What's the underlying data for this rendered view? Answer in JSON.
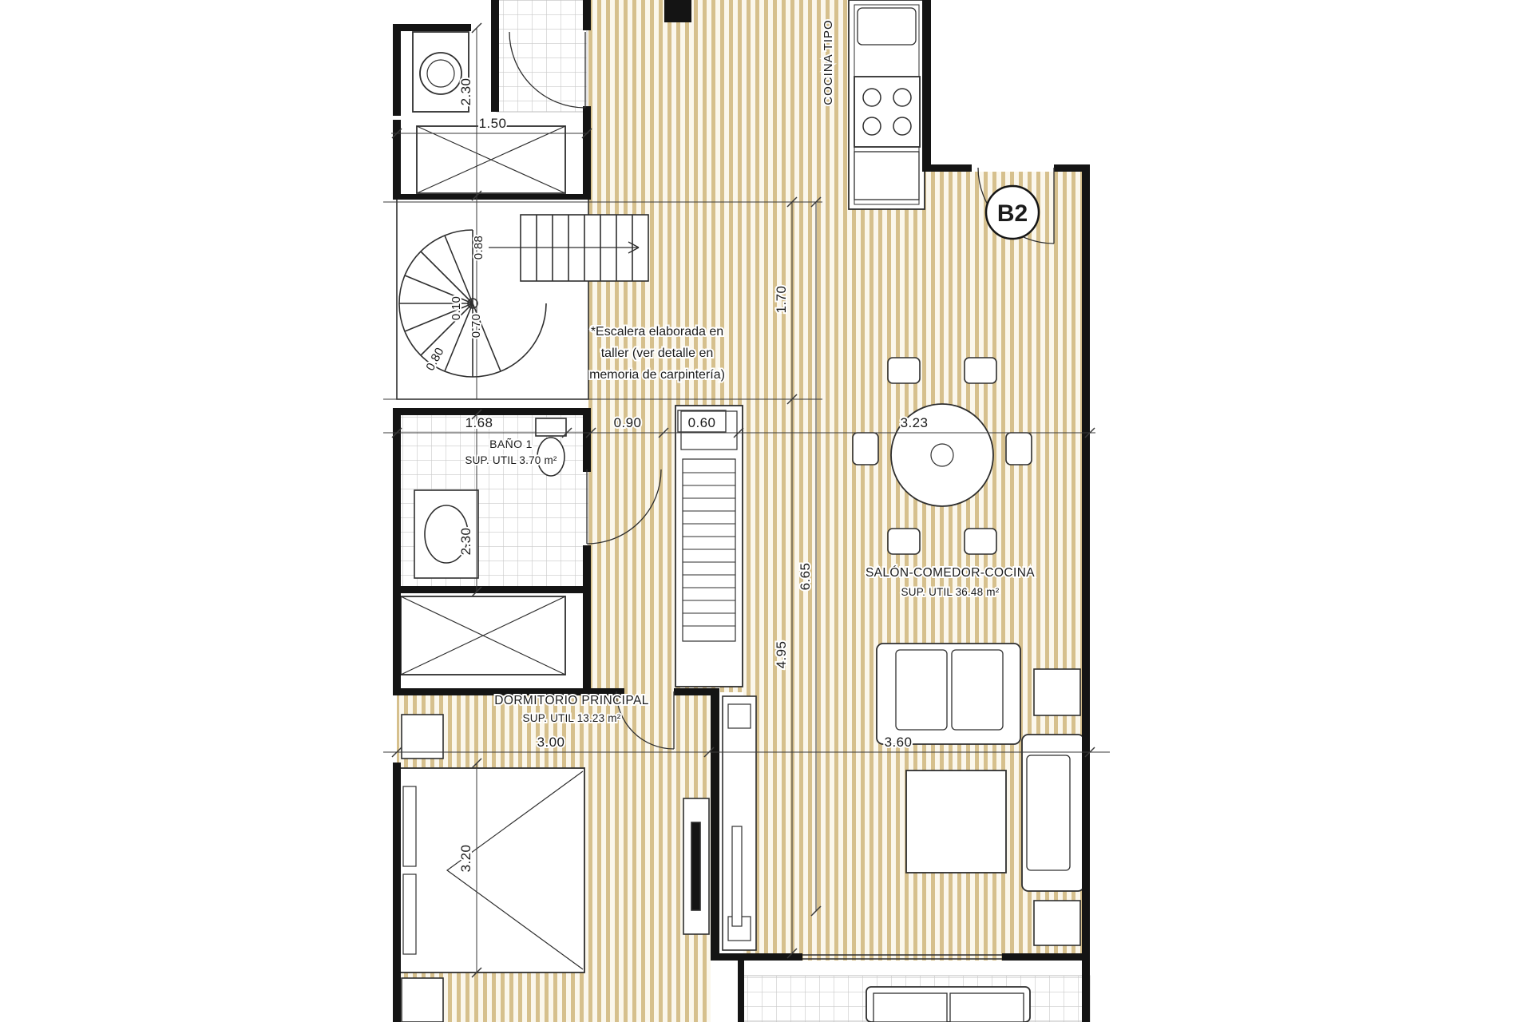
{
  "colors": {
    "wood_stripe": "#d6c08d",
    "wall": "#141414",
    "tile_line": "#c9c9c9",
    "furniture_line": "#2e2e2e"
  },
  "unit_badge": "B2",
  "rooms": {
    "bano1": {
      "name": "BAÑO 1",
      "area": "SUP. UTIL 3.70 m²"
    },
    "dormitorio_principal": {
      "name": "DORMITORIO PRINCIPAL",
      "area": "SUP. UTIL 13.23 m²"
    },
    "salon_comedor_cocina": {
      "name": "SALÓN-COMEDOR-COCINA",
      "area": "SUP. UTIL 36.48 m²"
    },
    "cocina": {
      "name": "COCINA TIPO"
    }
  },
  "stair_note": {
    "line1": "*Escalera elaborada en",
    "line2": "taller (ver detalle en",
    "line3": "memoria de carpintería)"
  },
  "dimensions": {
    "utility_height": "2.30",
    "utility_width": "1.50",
    "stair_a": "0.88",
    "stair_b": "0.10",
    "stair_c": "0.70",
    "stair_d": "0.80",
    "bath_width": "1.68",
    "hall_door_width": "0.90",
    "closet_depth": "0.60",
    "kitchen_depth": "1.70",
    "salon_width": "3.23",
    "salon_length": "6.65",
    "hall_length": "4.95",
    "bath_height": "2.30",
    "bedroom_width": "3.00",
    "living_width": "3.60",
    "bedroom_length": "3.20"
  }
}
